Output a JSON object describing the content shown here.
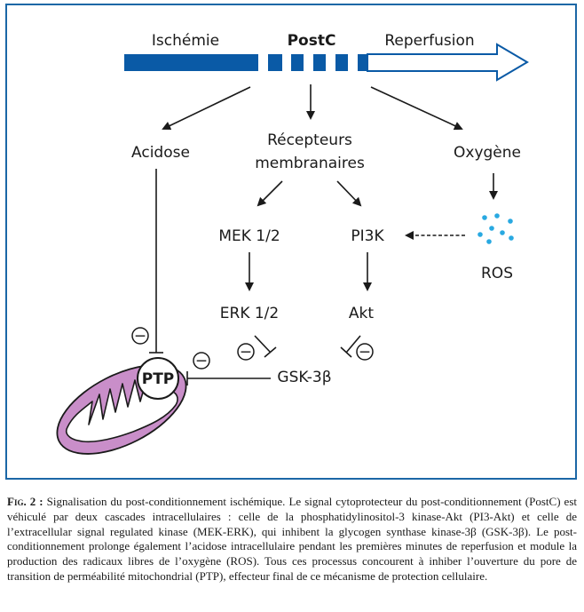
{
  "diagram": {
    "timeline": {
      "ischemie": "Ischémie",
      "postc": "PostC",
      "reperfusion": "Reperfusion"
    },
    "nodes": {
      "acidose": "Acidose",
      "recepteurs_line1": "Récepteurs",
      "recepteurs_line2": "membranaires",
      "oxygene": "Oxygène",
      "mek": "MEK 1/2",
      "pi3k": "PI3K",
      "ros": "ROS",
      "erk": "ERK 1/2",
      "akt": "Akt",
      "gsk": "GSK-3β",
      "ptp": "PTP"
    },
    "inhibition_symbol": "−",
    "colors": {
      "blue": "#0a5aa6",
      "ros_dots": "#29a9e1",
      "mito_fill": "#c98ec9",
      "frame": "#1b67a6"
    }
  },
  "caption": {
    "figure_label": "Fig. 2 :",
    "text": "Signalisation du post-conditionnement ischémique. Le signal cytoprotecteur du post-conditionnement (PostC) est véhiculé par deux cascades intracellulaires : celle de la phosphatidylinositol-3 kinase-Akt (PI3-Akt) et celle de l’extracellular signal regulated kinase (MEK-ERK), qui inhibent la glycogen synthase kinase-3β (GSK-3β). Le post-conditionnement prolonge également l’acidose intracellulaire pendant les premières minutes de reperfusion et module la production des radicaux libres de l’oxygène (ROS). Tous ces processus concourent à inhiber l’ouverture du pore de transition de perméabilité mitochondrial (PTP), effecteur final de ce mécanisme de protection cellulaire."
  }
}
